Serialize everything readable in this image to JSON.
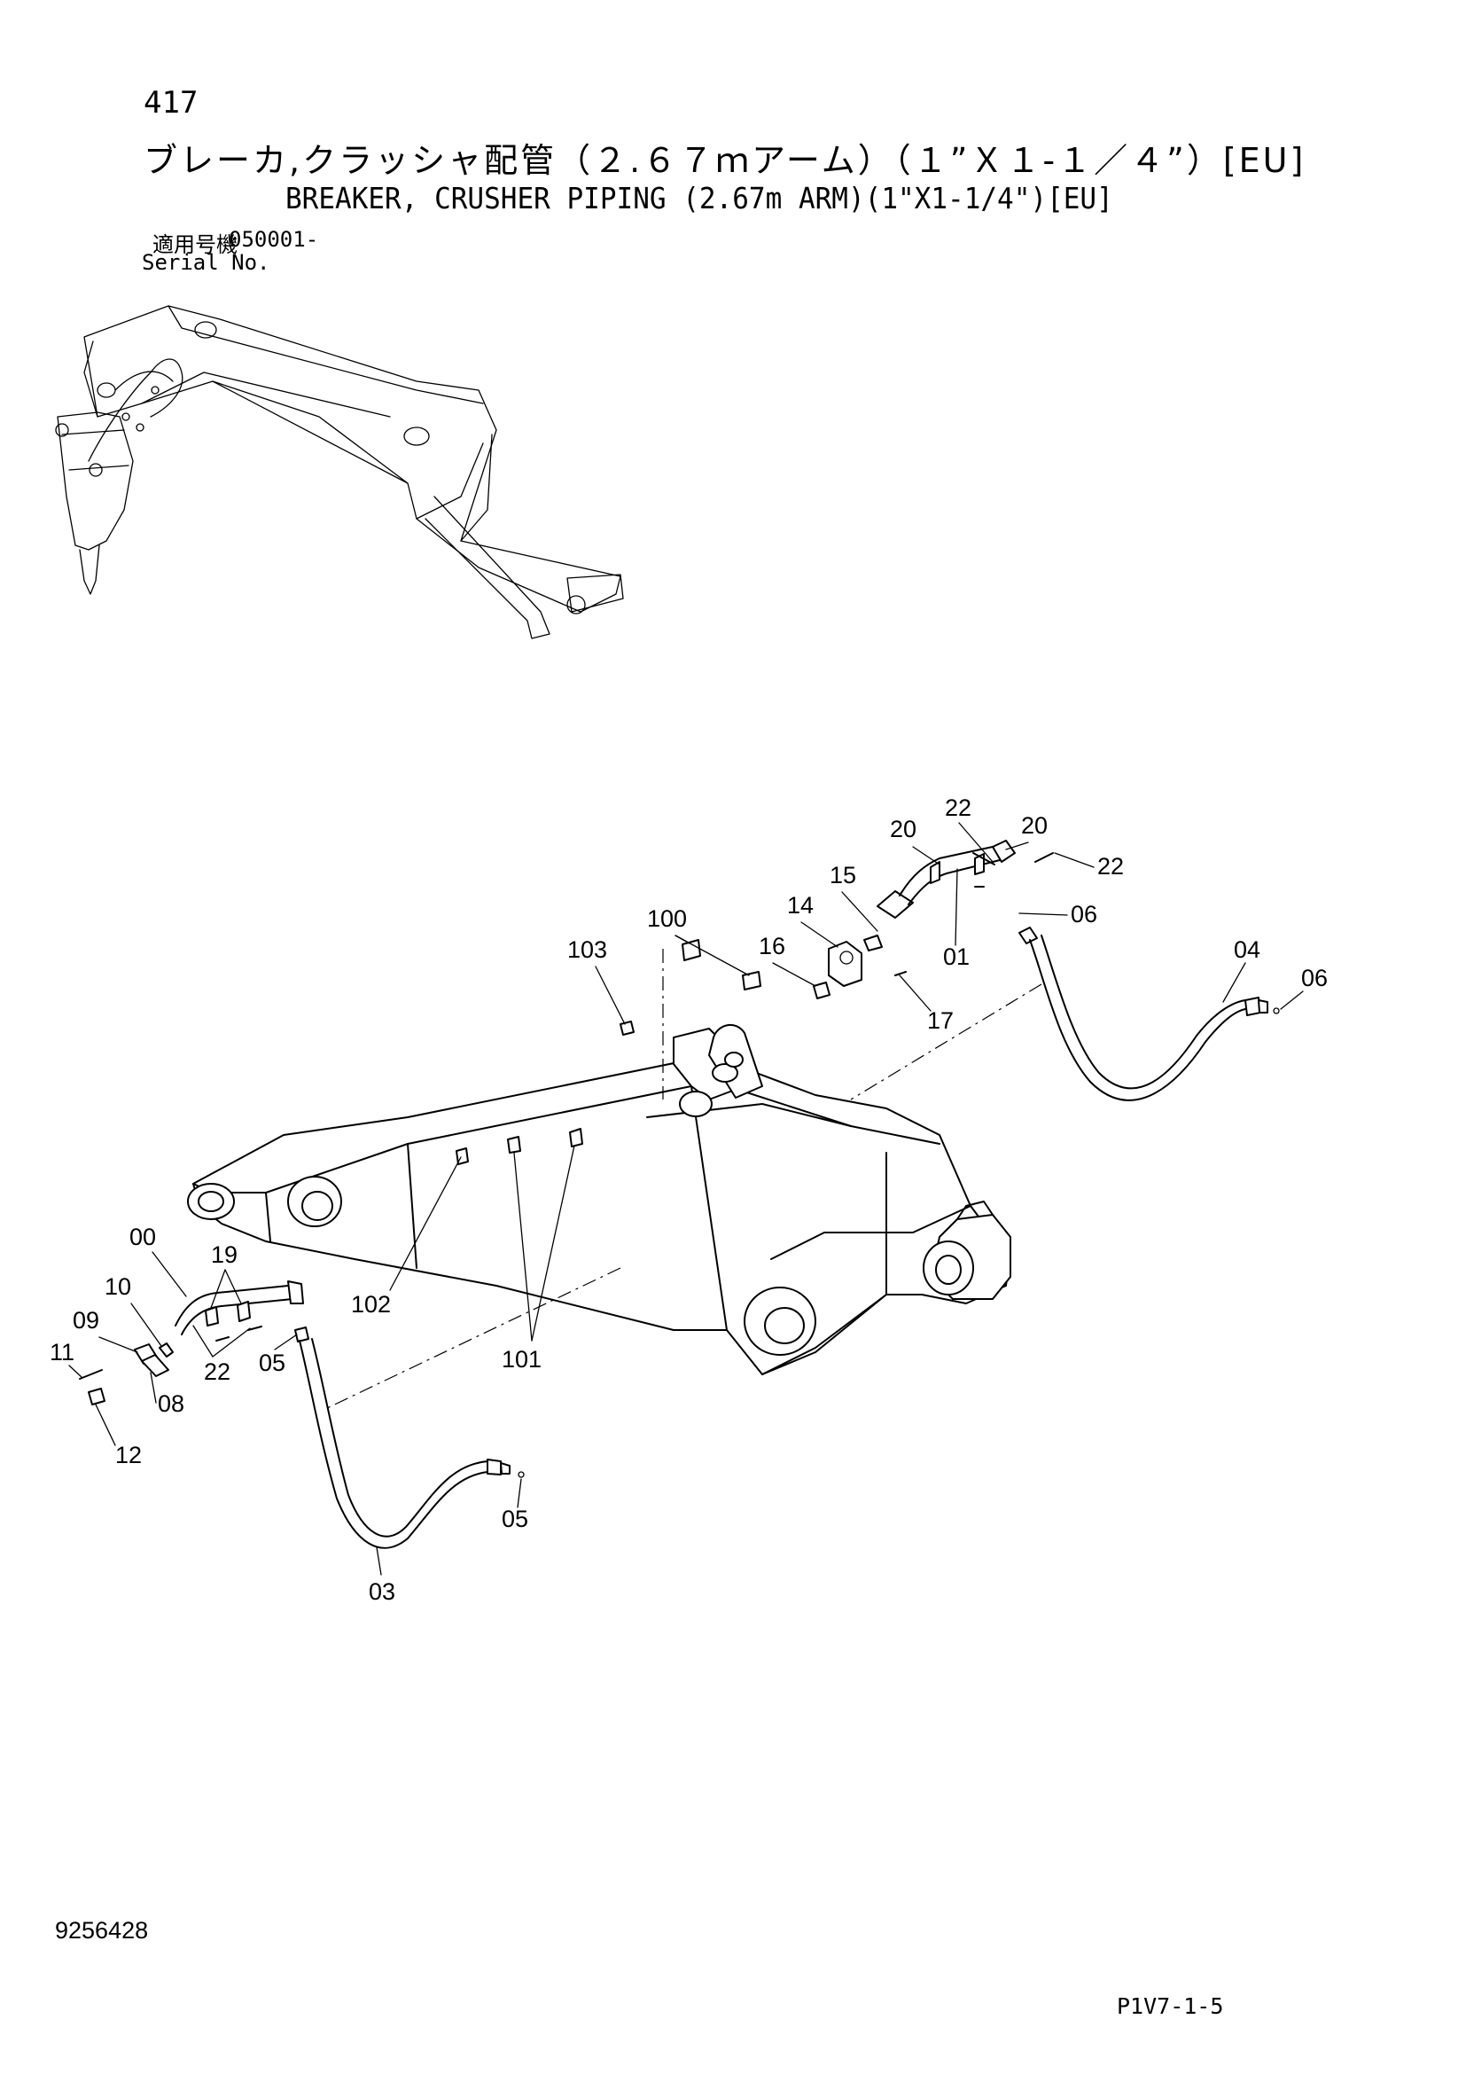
{
  "header": {
    "page_number": "417",
    "title_jp": "ブレーカ,クラッシャ配管（２.６７ｍアーム）（１”Ｘ１-１／４”）[EU]",
    "title_en": "BREAKER, CRUSHER PIPING (2.67m ARM)(1\"X1-1/4\")[EU]",
    "serial_label_jp": "適用号機",
    "serial_value": "050001-",
    "serial_label_en": "Serial No."
  },
  "footer": {
    "doc_number": "9256428",
    "page_code": "P1V7-1-5"
  },
  "callouts": {
    "c22a": "22",
    "c20a": "20",
    "c20b": "20",
    "c22b": "22",
    "c15": "15",
    "c14": "14",
    "c06a": "06",
    "c100": "100",
    "c103": "103",
    "c16": "16",
    "c01": "01",
    "c04": "04",
    "c06b": "06",
    "c17": "17",
    "c00": "00",
    "c19": "19",
    "c10": "10",
    "c09": "09",
    "c11": "11",
    "c22c": "22",
    "c05a": "05",
    "c08": "08",
    "c12": "12",
    "c102": "102",
    "c101": "101",
    "c05b": "05",
    "c03": "03"
  }
}
